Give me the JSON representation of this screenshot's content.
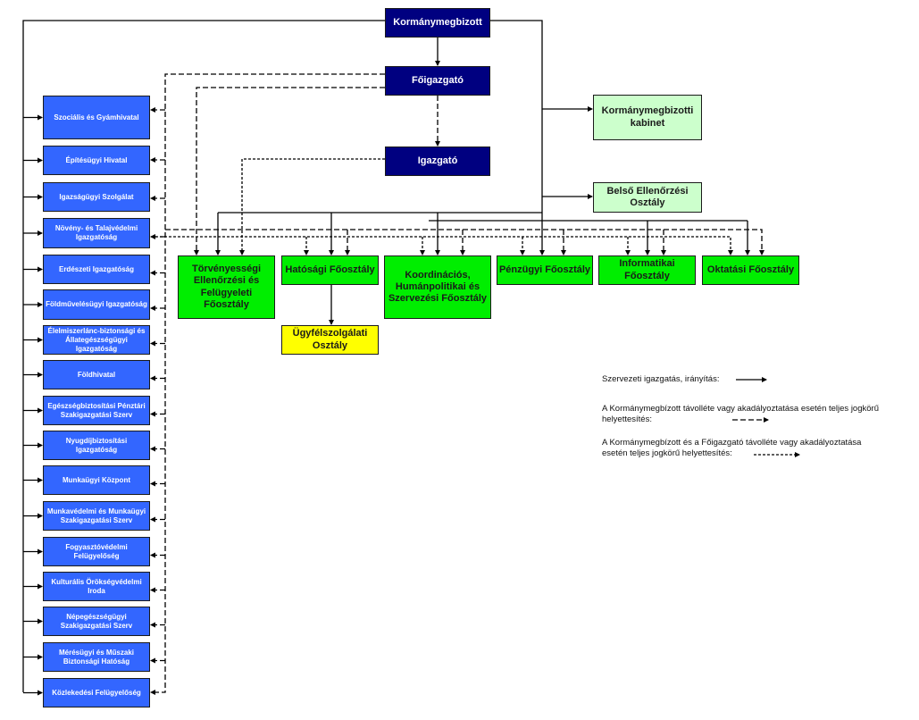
{
  "top": {
    "kormanymegbizott": "Kormánymegbizott",
    "foigazgato": "Főigazgató",
    "igazgato": "Igazgató"
  },
  "staff": {
    "kabinet": "Kormánymegbizotti kabinet",
    "belso": "Belső Ellenőrzési Osztály"
  },
  "main_departments": [
    "Törvényességi Ellenőrzési és Felügyeleti Főosztály",
    "Hatósági Főosztály",
    "Koordinációs, Humánpolitikai és Szervezési Főosztály",
    "Pénzügyi Főosztály",
    "Informatikai Főosztály",
    "Oktatási Főosztály"
  ],
  "sub_department": "Ügyfélszolgálati Osztály",
  "agencies": [
    "Szociális és Gyámhivatal",
    "Építésügyi Hivatal",
    "Igazságügyi Szolgálat",
    "Növény- és Talajvédelmi Igazgatóság",
    "Erdészeti Igazgatóság",
    "Földművelésügyi Igazgatóság",
    "Élelmiszerlánc-biztonsági és Állategészségügyi Igazgatóság",
    "Földhivatal",
    "Egészségbiztosítási Pénztári Szakigazgatási Szerv",
    "Nyugdíjbiztosítási Igazgatóság",
    "Munkaügyi Központ",
    "Munkavédelmi és Munkaügyi Szakigazgatási Szerv",
    "Fogyasztóvédelmi Felügyelőség",
    "Kulturális Örökségvédelmi Iroda",
    "Népegészségügyi Szakigazgatási Szerv",
    "Mérésügyi és Műszaki Biztonsági Hatóság",
    "Közlekedési Felügyelőség"
  ],
  "legend": {
    "solid": "Szervezeti igazgatás, irányítás:",
    "dashed": "A Kormánymegbízott távolléte vagy akadályoztatása esetén teljes jogkörű helyettesítés:",
    "dotted": "A Kormánymegbízott és a Főigazgató távolléte vagy akadályoztatása esetén teljes jogkörű helyettesítés:"
  }
}
